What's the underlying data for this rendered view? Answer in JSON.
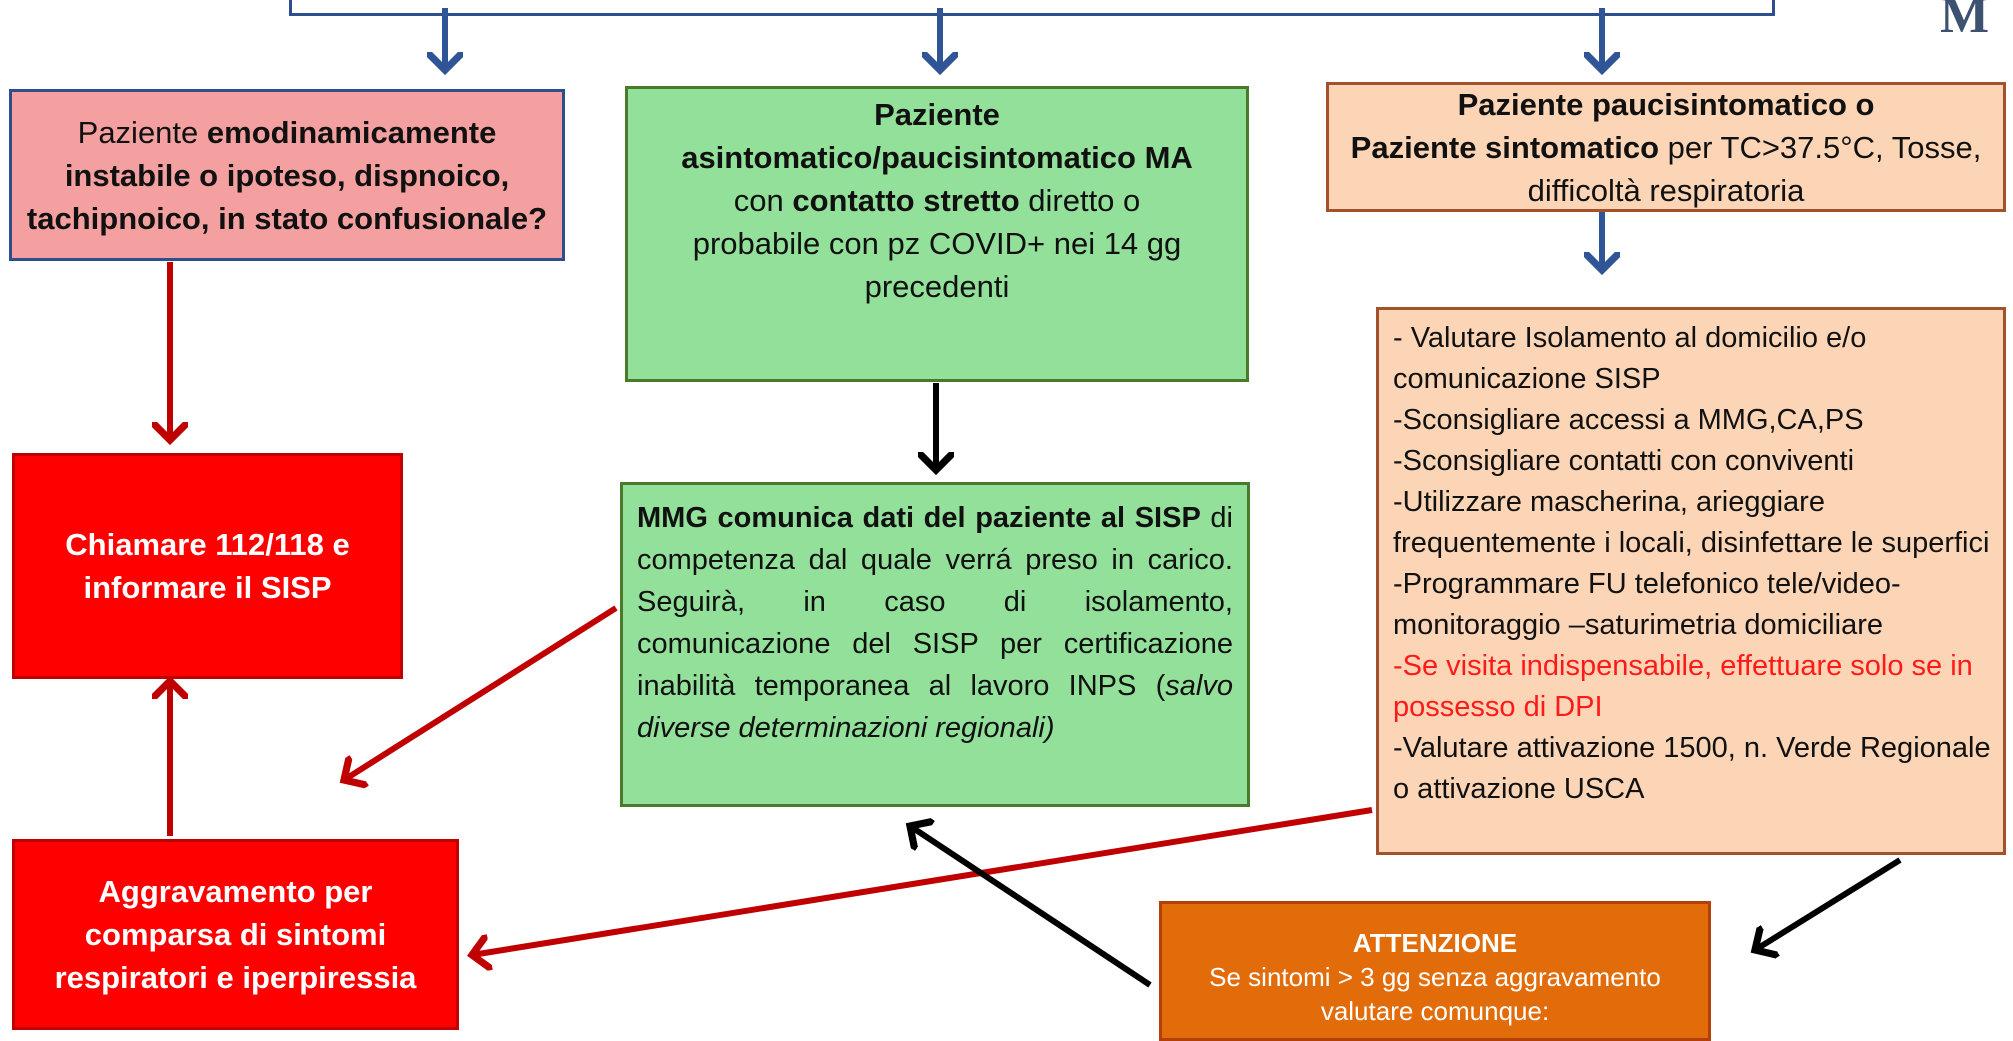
{
  "logo": "M",
  "box_unstable": {
    "pre": "Paziente ",
    "bold": "emodinamicamente instabile o ipoteso, dispnoico, tachipnoico, in stato confusionale?"
  },
  "box_contact": {
    "title": "Paziente asintomatico/paucisintomatico MA",
    "pre": "con ",
    "bold": "contatto stretto",
    "post": " diretto o probabile con pz COVID+ nei 14 gg precedenti"
  },
  "box_symptomatic": {
    "bold1": "Paziente paucisintomatico o",
    "bold2": "Paziente sintomatico",
    "post": " per TC>37.5°C, Tosse, difficoltà respiratoria"
  },
  "box_call": {
    "text": "Chiamare 112/118 e informare il SISP"
  },
  "box_mmg": {
    "bold1": "MMG comunica dati del paziente al",
    "bold2": "SISP",
    "text1": " di competenza dal quale verrá preso in carico. Seguirà, in caso di isolamento, comunicazione del SISP per certificazione inabilità temporanea al lavoro INPS (",
    "italic": "salvo diverse determinazioni regionali)"
  },
  "box_actions": {
    "lines": [
      "- Valutare Isolamento al domicilio  e/o comunicazione SISP",
      "-Sconsigliare accessi a MMG,CA,PS",
      "-Sconsigliare contatti con conviventi",
      "-Utilizzare mascherina, arieggiare frequentemente i locali, disinfettare le superfici",
      "-Programmare FU telefonico tele/video-monitoraggio –saturimetria domiciliare"
    ],
    "red_line": "-Se visita indispensabile, effettuare solo se in possesso di DPI",
    "last_line": "-Valutare attivazione 1500, n. Verde Regionale o attivazione USCA"
  },
  "box_worsening": {
    "text": "Aggravamento per comparsa di sintomi respiratori e iperpiressia"
  },
  "box_attention": {
    "title": "ATTENZIONE",
    "text": "Se sintomi > 3 gg senza aggravamento valutare comunque:"
  },
  "colors": {
    "pink": "#f4a0a0",
    "green": "#92e09a",
    "peach": "#fbd5b5",
    "red": "#ff0000",
    "orange": "#e36c0a",
    "blue_arrow": "#2f5597",
    "red_arrow": "#c00000"
  }
}
